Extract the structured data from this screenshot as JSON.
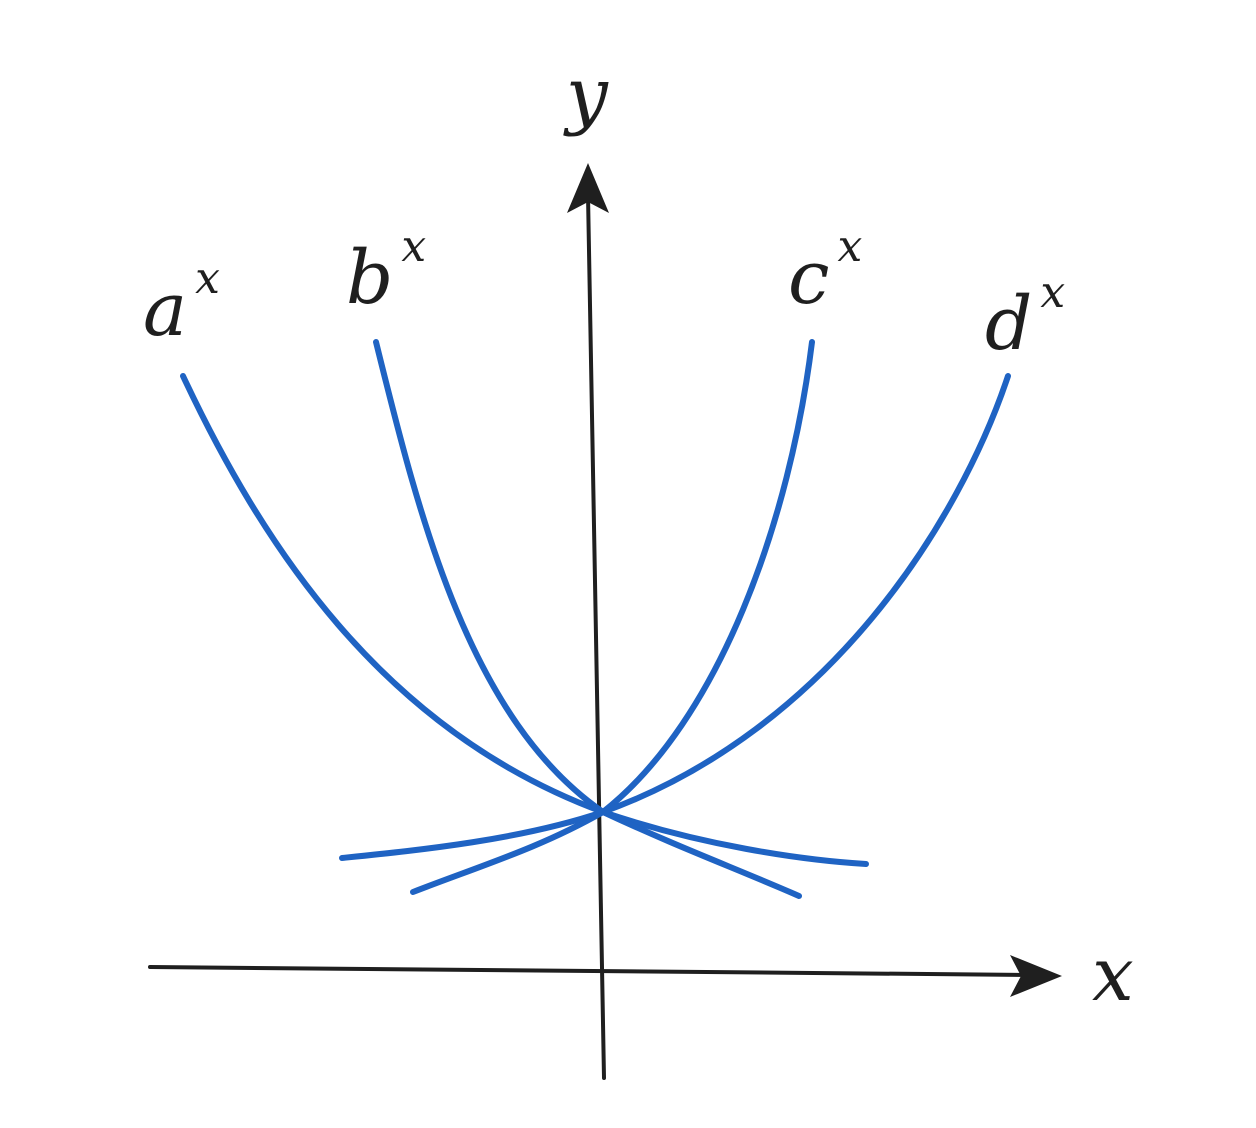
{
  "axes": {
    "x_label": "x",
    "y_label": "y"
  },
  "curves": [
    {
      "id": "a",
      "base": "a",
      "exponent": "x"
    },
    {
      "id": "b",
      "base": "b",
      "exponent": "x"
    },
    {
      "id": "c",
      "base": "c",
      "exponent": "x"
    },
    {
      "id": "d",
      "base": "d",
      "exponent": "x"
    }
  ],
  "colors": {
    "curve": "#1f63c3",
    "axis": "#1f1f1f",
    "background": "#ffffff"
  }
}
